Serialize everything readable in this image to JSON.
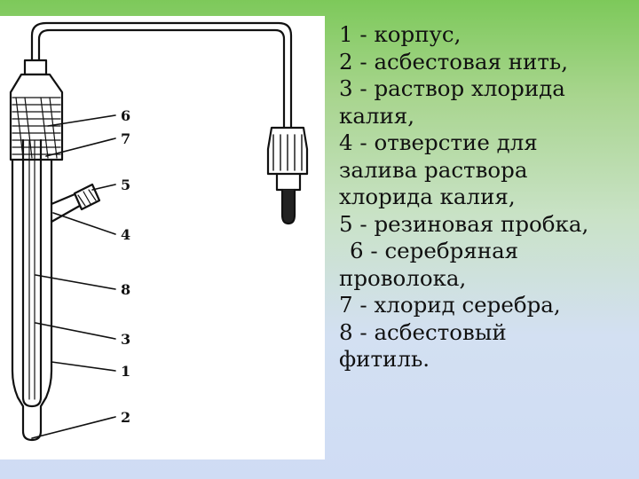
{
  "figure": {
    "callouts": [
      "6",
      "7",
      "5",
      "4",
      "8",
      "3",
      "1",
      "2"
    ]
  },
  "legend": {
    "lines": [
      "1 - корпус,",
      "2 - асбестовая нить,",
      "3 - раствор хлорида",
      "калия,",
      "4 - отверстие для",
      "залива раствора",
      "хлорида калия,",
      "5 - резиновая пробка,",
      "6 - серебряная",
      "проволока,",
      "7 - хлорид серебра,",
      "8 - асбестовый",
      "фитиль."
    ]
  },
  "colors": {
    "background_top": "#7dc95a",
    "background_bottom": "#cfdcf4",
    "ink": "#111111",
    "panel": "#ffffff"
  }
}
